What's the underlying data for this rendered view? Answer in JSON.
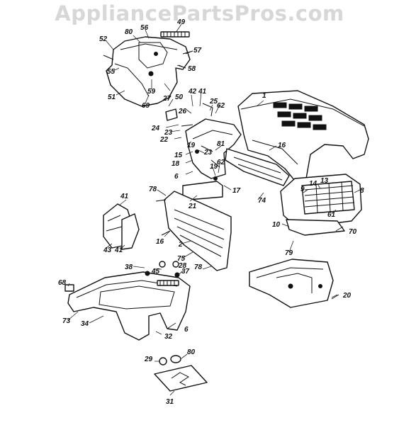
{
  "watermark": "AppliancePartsPros.com",
  "callouts": [
    {
      "id": "c52",
      "text": "52"
    },
    {
      "id": "c80a",
      "text": "80"
    },
    {
      "id": "c56",
      "text": "56"
    },
    {
      "id": "c49",
      "text": "49"
    },
    {
      "id": "c57",
      "text": "57"
    },
    {
      "id": "c55",
      "text": "55"
    },
    {
      "id": "c58",
      "text": "58"
    },
    {
      "id": "c59",
      "text": "59"
    },
    {
      "id": "c51",
      "text": "51"
    },
    {
      "id": "c27",
      "text": "27"
    },
    {
      "id": "c50",
      "text": "50"
    },
    {
      "id": "c69",
      "text": "69"
    },
    {
      "id": "c42",
      "text": "42"
    },
    {
      "id": "c41a",
      "text": "41"
    },
    {
      "id": "c25",
      "text": "25"
    },
    {
      "id": "c62a",
      "text": "62"
    },
    {
      "id": "c1",
      "text": "1"
    },
    {
      "id": "c26",
      "text": "26"
    },
    {
      "id": "c24",
      "text": "24"
    },
    {
      "id": "c23a",
      "text": "23"
    },
    {
      "id": "c22",
      "text": "22"
    },
    {
      "id": "c19a",
      "text": "19"
    },
    {
      "id": "c23b",
      "text": "23"
    },
    {
      "id": "c15",
      "text": "15"
    },
    {
      "id": "c18",
      "text": "18"
    },
    {
      "id": "c81",
      "text": "81"
    },
    {
      "id": "c16",
      "text": "16"
    },
    {
      "id": "c6a",
      "text": "6"
    },
    {
      "id": "c19b",
      "text": "19"
    },
    {
      "id": "c62b",
      "text": "62"
    },
    {
      "id": "c9",
      "text": "9"
    },
    {
      "id": "c14",
      "text": "14"
    },
    {
      "id": "c13",
      "text": "13"
    },
    {
      "id": "c8",
      "text": "8"
    },
    {
      "id": "c78a",
      "text": "78"
    },
    {
      "id": "c17",
      "text": "17"
    },
    {
      "id": "c74",
      "text": "74"
    },
    {
      "id": "c21",
      "text": "21"
    },
    {
      "id": "c61",
      "text": "61"
    },
    {
      "id": "c41b",
      "text": "41"
    },
    {
      "id": "c10",
      "text": "10"
    },
    {
      "id": "c70",
      "text": "70"
    },
    {
      "id": "c16b",
      "text": "16"
    },
    {
      "id": "c43",
      "text": "43"
    },
    {
      "id": "c41c",
      "text": "41"
    },
    {
      "id": "c2",
      "text": "2"
    },
    {
      "id": "c79",
      "text": "79"
    },
    {
      "id": "c75",
      "text": "75"
    },
    {
      "id": "c38",
      "text": "38"
    },
    {
      "id": "c28",
      "text": "28"
    },
    {
      "id": "c45",
      "text": "45"
    },
    {
      "id": "c37",
      "text": "37"
    },
    {
      "id": "c78b",
      "text": "78"
    },
    {
      "id": "c68",
      "text": "68"
    },
    {
      "id": "c20",
      "text": "20"
    },
    {
      "id": "c73",
      "text": "73"
    },
    {
      "id": "c34",
      "text": "34"
    },
    {
      "id": "c6b",
      "text": "6"
    },
    {
      "id": "c32",
      "text": "32"
    },
    {
      "id": "c29",
      "text": "29"
    },
    {
      "id": "c80b",
      "text": "80"
    },
    {
      "id": "c31",
      "text": "31"
    }
  ]
}
